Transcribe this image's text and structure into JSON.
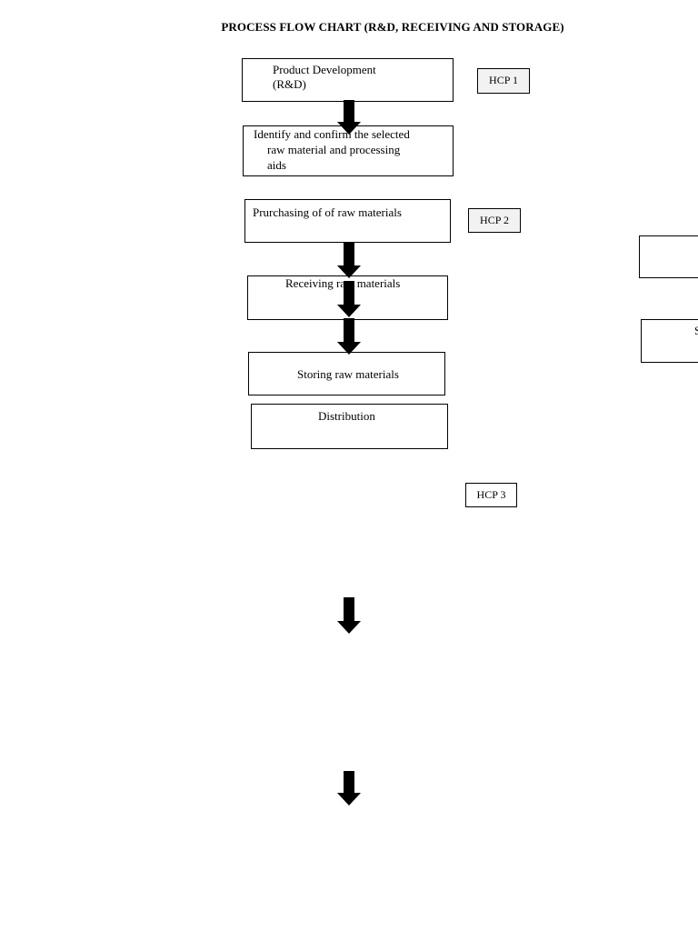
{
  "title": "PROCESS FLOW CHART (R&D, RECEIVING AND STORAGE)",
  "steps": {
    "product_development": [
      "Product Development",
      "(R&D)"
    ],
    "identify": [
      "Identify and confirm the selected",
      "raw material and processing",
      "aids"
    ],
    "purchasing": "Prurchasing of of raw materials",
    "receiving": "Receiving raw materials",
    "storing": "Storing raw materials",
    "distribution": "Distribution"
  },
  "hcp": {
    "hcp1": "HCP 1",
    "hcp2": "HCP 2",
    "hcp3": "HCP 3"
  },
  "colors": {
    "arrow": "#000000",
    "hcp_fill": "#f2f2f2"
  }
}
